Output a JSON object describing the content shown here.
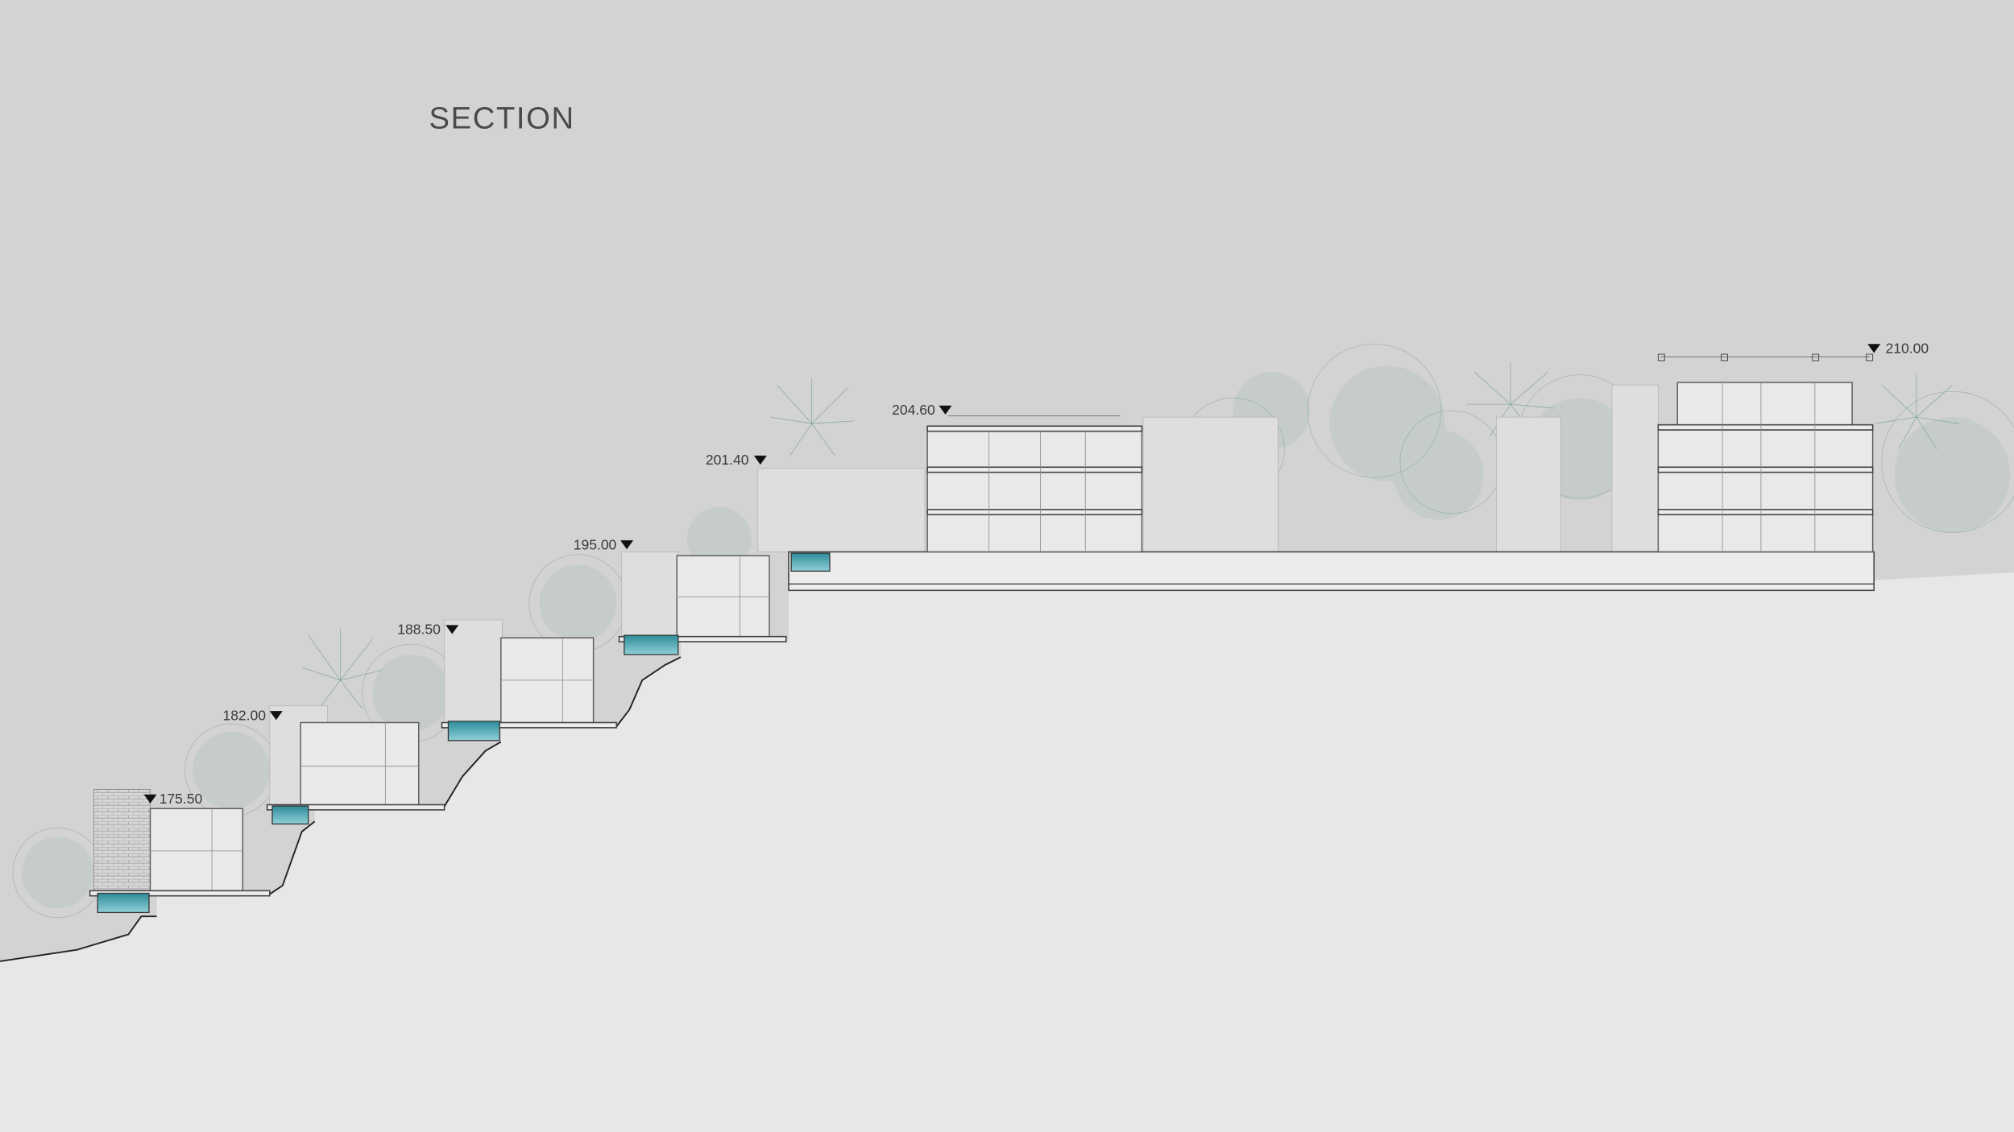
{
  "title": "SECTION",
  "elevations": [
    {
      "label": "175.50"
    },
    {
      "label": "182.00"
    },
    {
      "label": "188.50"
    },
    {
      "label": "195.00"
    },
    {
      "label": "201.40"
    },
    {
      "label": "204.60"
    },
    {
      "label": "210.00"
    }
  ],
  "colors": {
    "sky": "#d3d3d3",
    "ground": "#e7e7e7",
    "water": "#3fa3b0",
    "vegetation": "#7fa39a"
  }
}
